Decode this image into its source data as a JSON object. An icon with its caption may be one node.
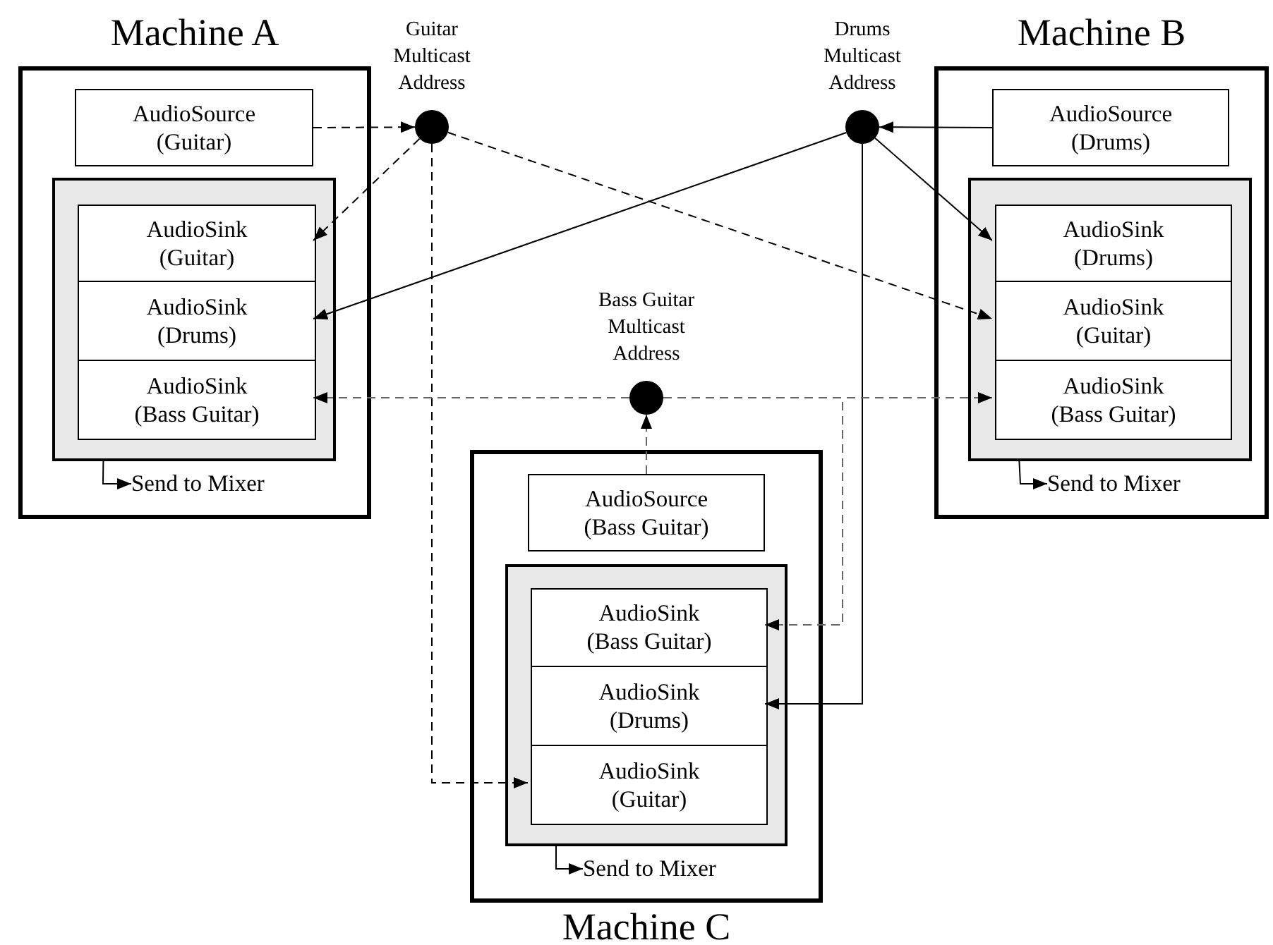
{
  "diagram": {
    "nodes": [
      {
        "text": [
          "Machine A"
        ]
      },
      {
        "text": [
          "AudioSource (Guitar)"
        ],
        "in": 0
      },
      {
        "text": [],
        "shape": "box",
        "in": 0
      },
      {
        "text": [
          "AudioSink (Guitar)"
        ],
        "in": 2
      },
      {
        "text": [
          "AudioSink (Drums)"
        ],
        "in": 2
      },
      {
        "text": [
          "AudioSink (Bass Guitar)"
        ],
        "in": 2
      },
      {
        "text": [
          "Send to Mixer"
        ],
        "in": 0
      },
      {
        "text": [
          "Guitar Multicast Address"
        ]
      },
      {
        "text": [
          "Drums Multicast Address"
        ]
      },
      {
        "text": [
          "Machine B"
        ]
      },
      {
        "text": [
          "AudioSource (Drums)"
        ],
        "in": 9
      },
      {
        "text": [],
        "shape": "box",
        "in": 9
      },
      {
        "text": [
          "AudioSink (Drums)"
        ],
        "in": 11
      },
      {
        "text": [
          "AudioSink (Guitar)"
        ],
        "in": 11
      },
      {
        "text": [
          "AudioSink (Bass Guitar)"
        ],
        "in": 11
      },
      {
        "text": [
          "Send to Mixer"
        ],
        "in": 9
      },
      {
        "text": [
          "Bass Guitar Multicast Address"
        ]
      },
      {
        "text": [
          "Machine C"
        ]
      },
      {
        "text": [
          "AudioSource (Bass Guitar)"
        ],
        "in": 17
      },
      {
        "text": [],
        "shape": "box",
        "in": 17
      },
      {
        "text": [
          "AudioSink (Bass Guitar)"
        ],
        "in": 19
      },
      {
        "text": [
          "AudioSink (Drums)"
        ],
        "in": 19
      },
      {
        "text": [
          "AudioSink (Guitar)"
        ],
        "in": 19
      },
      {
        "text": [
          "Send to Mixer"
        ],
        "in": 17
      }
    ],
    "edges": [
      {
        "from": 1,
        "to": 7,
        "arrow": "to",
        "style": "dashed"
      },
      {
        "from": 7,
        "to": 3,
        "arrow": "to",
        "style": "dashed"
      },
      {
        "from": 7,
        "to": 13,
        "arrow": "to",
        "style": "dashed"
      },
      {
        "from": 7,
        "to": 22,
        "arrow": "to",
        "style": "dashed"
      },
      {
        "from": 10,
        "to": 8,
        "arrow": "to"
      },
      {
        "from": 8,
        "to": 12,
        "arrow": "to"
      },
      {
        "from": 8,
        "to": 4,
        "arrow": "to"
      },
      {
        "from": 8,
        "to": 21,
        "arrow": "to"
      },
      {
        "from": 18,
        "to": 16,
        "arrow": "to",
        "style": "dashed",
        "color": "#666666"
      },
      {
        "from": 16,
        "to": 5,
        "arrow": "to",
        "style": "dashed",
        "color": "#666666"
      },
      {
        "from": 16,
        "to": 14,
        "arrow": "to",
        "style": "dashed",
        "color": "#666666"
      },
      {
        "from": 16,
        "to": 20,
        "arrow": "to",
        "style": "dashed",
        "color": "#666666"
      },
      {
        "from": 2,
        "to": 6,
        "arrow": "to"
      },
      {
        "from": 11,
        "to": 15,
        "arrow": "to"
      },
      {
        "from": 19,
        "to": 23,
        "arrow": "to"
      }
    ]
  }
}
